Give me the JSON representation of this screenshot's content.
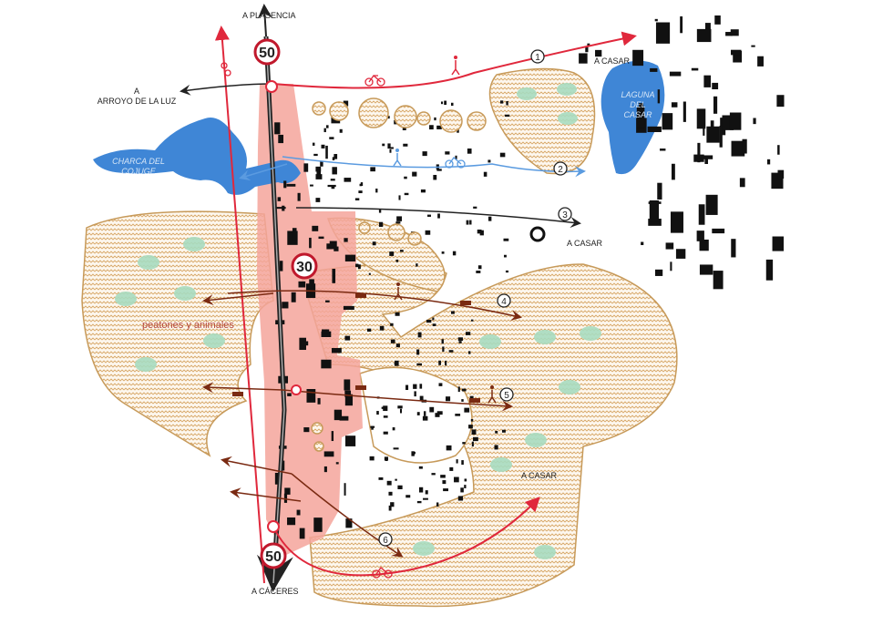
{
  "colors": {
    "hatch": "#d8a868",
    "zone": "#f4a59b",
    "lake": "#3f86d6",
    "route_red": "#e0283c",
    "route_blue": "#5b9be0",
    "route_brown": "#7a2a12",
    "road": "#222222",
    "tree": "#a8dcc0"
  },
  "labels": {
    "plasencia": "A PLASENCIA",
    "arroyo_a": "A",
    "arroyo": "ARROYO DE LA LUZ",
    "casar_1": "A CASAR",
    "casar_2": "A CASAR",
    "casar_3": "A CASAR",
    "caceres": "A CÁCERES",
    "peatones": "peatones y animales"
  },
  "lakes": {
    "charca_1": "CHARCA DEL",
    "charca_2": "COJUGE",
    "laguna_1": "LAGUNA",
    "laguna_2": "DEL",
    "laguna_3": "CASAR"
  },
  "speed_signs": [
    "50",
    "30",
    "50"
  ],
  "route_numbers": [
    "1",
    "2",
    "3",
    "4",
    "5",
    "6"
  ],
  "icons": [
    "bicycle-icon",
    "pedestrian-icon",
    "animal-icon",
    "tree-icon",
    "roundabout-icon"
  ]
}
